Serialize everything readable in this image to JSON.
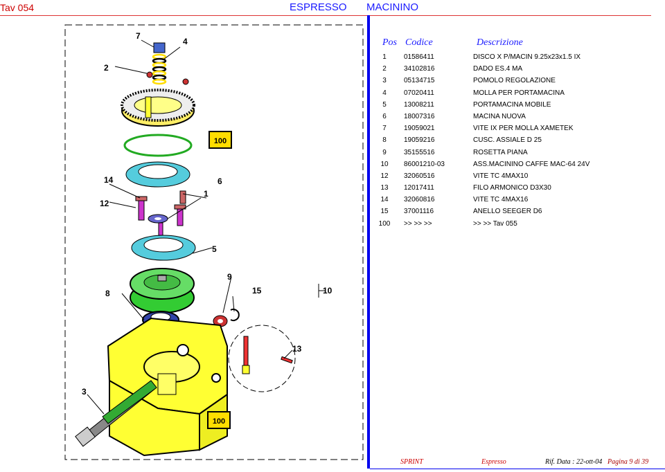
{
  "header": {
    "tav": "Tav 054",
    "section": "ESPRESSO",
    "group": "MACININO"
  },
  "table": {
    "headers": {
      "pos": "Pos",
      "code": "Codice",
      "desc": "Descrizione"
    },
    "rows": [
      {
        "pos": "1",
        "code": "01586411",
        "desc": "DISCO X P/MACIN 9.25x23x1.5 IX"
      },
      {
        "pos": "2",
        "code": "34102816",
        "desc": "DADO ES.4 MA"
      },
      {
        "pos": "3",
        "code": "05134715",
        "desc": "POMOLO REGOLAZIONE"
      },
      {
        "pos": "4",
        "code": "07020411",
        "desc": "MOLLA PER PORTAMACINA"
      },
      {
        "pos": "5",
        "code": "13008211",
        "desc": "PORTAMACINA MOBILE"
      },
      {
        "pos": "6",
        "code": "18007316",
        "desc": "MACINA NUOVA"
      },
      {
        "pos": "7",
        "code": "19059021",
        "desc": "VITE IX PER MOLLA XAMETEK"
      },
      {
        "pos": "8",
        "code": "19059216",
        "desc": "CUSC. ASSIALE D 25"
      },
      {
        "pos": "9",
        "code": "35155516",
        "desc": "ROSETTA PIANA"
      },
      {
        "pos": "10",
        "code": "86001210-03",
        "desc": "ASS.MACININO CAFFE MAC-64 24V"
      },
      {
        "pos": "12",
        "code": "32060516",
        "desc": "VITE TC 4MAX10"
      },
      {
        "pos": "13",
        "code": "12017411",
        "desc": "FILO ARMONICO D3X30"
      },
      {
        "pos": "14",
        "code": "32060816",
        "desc": "VITE TC 4MAX16"
      },
      {
        "pos": "15",
        "code": "37001116",
        "desc": "ANELLO SEEGER D6"
      },
      {
        "pos": "100",
        "code": ">>  >>  >>",
        "desc": ">> >>   Tav   055"
      }
    ]
  },
  "diagram": {
    "callouts": {
      "c7": "7",
      "c4": "4",
      "c2": "2",
      "c14": "14",
      "c6": "6",
      "c1": "1",
      "c12": "12",
      "c5": "5",
      "c9": "9",
      "c15": "15",
      "c10": "10",
      "c8": "8",
      "c13": "13",
      "c3": "3"
    },
    "ref_box_label": "100"
  },
  "footer": {
    "brand": "SPRINT",
    "section": "Espresso",
    "date": "Rif. Data : 22-ott-04",
    "page": "Pagina 9 di 39"
  },
  "colors": {
    "accent_red": "#cc0000",
    "accent_blue": "#0000ee",
    "part_yellow": "#ffff33",
    "part_cyan": "#33ccdd",
    "part_green": "#33cc33",
    "part_magenta": "#cc33cc"
  }
}
